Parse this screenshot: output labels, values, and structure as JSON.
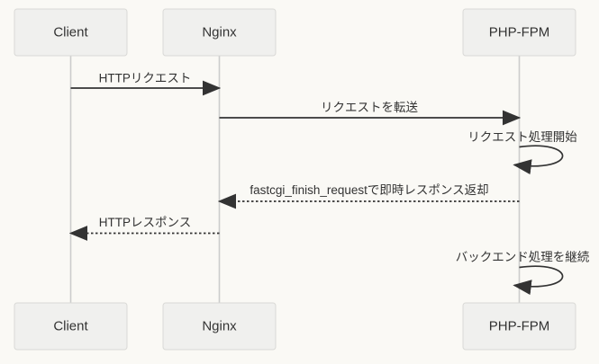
{
  "diagram": {
    "type": "sequence-diagram",
    "colors": {
      "background": "#faf9f5",
      "actor_fill": "#f0f0ee",
      "actor_border": "#d9d9d6",
      "text": "#333333",
      "signal_line": "#333333",
      "lifeline": "#cccccc"
    },
    "actors": [
      {
        "id": "client",
        "label": "Client"
      },
      {
        "id": "nginx",
        "label": "Nginx"
      },
      {
        "id": "phpfpm",
        "label": "PHP-FPM"
      }
    ],
    "messages": [
      {
        "from": "Client",
        "to": "Nginx",
        "label": "HTTPリクエスト",
        "line": "solid"
      },
      {
        "from": "Nginx",
        "to": "PHP-FPM",
        "label": "リクエストを転送",
        "line": "solid"
      },
      {
        "from": "PHP-FPM",
        "to": "PHP-FPM",
        "label": "リクエスト処理開始",
        "line": "self-loop"
      },
      {
        "from": "PHP-FPM",
        "to": "Nginx",
        "label": "fastcgi_finish_requestで即時レスポンス返却",
        "line": "dashed"
      },
      {
        "from": "Nginx",
        "to": "Client",
        "label": "HTTPレスポンス",
        "line": "dashed"
      },
      {
        "from": "PHP-FPM",
        "to": "PHP-FPM",
        "label": "バックエンド処理を継続",
        "line": "self-loop"
      }
    ]
  }
}
